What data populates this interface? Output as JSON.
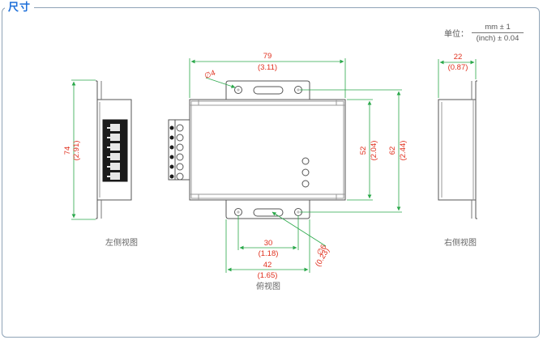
{
  "header": {
    "title": "尺寸"
  },
  "unit": {
    "label": "单位：",
    "numerator": "mm ± 1",
    "denominator": "(inch) ± 0.04"
  },
  "views": {
    "left": {
      "label": "左侧视图"
    },
    "top": {
      "label": "俯视图"
    },
    "right": {
      "label": "右侧视图"
    }
  },
  "dimensions": {
    "width": {
      "mm": "79",
      "inch": "(3.11)"
    },
    "body_height": {
      "mm": "52",
      "inch": "(2.04)"
    },
    "flange_height": {
      "mm": "62",
      "inch": "(2.44)"
    },
    "hole_spacing": {
      "mm": "30",
      "inch": "(1.18)"
    },
    "mount_spacing": {
      "mm": "42",
      "inch": "(1.65)"
    },
    "side_height": {
      "mm": "74",
      "inch": "(2.91)"
    },
    "depth": {
      "mm": "22",
      "inch": "(0.87)"
    },
    "hole_small": {
      "label": "∅4"
    },
    "hole_large": {
      "mm": "∅6",
      "inch": "(0.23)"
    }
  },
  "colors": {
    "dimension": "#e0301e",
    "dimension_line": "#2aa84a",
    "outline": "#555555",
    "frame": "#8fa3b7",
    "title": "#1e6fd9"
  }
}
